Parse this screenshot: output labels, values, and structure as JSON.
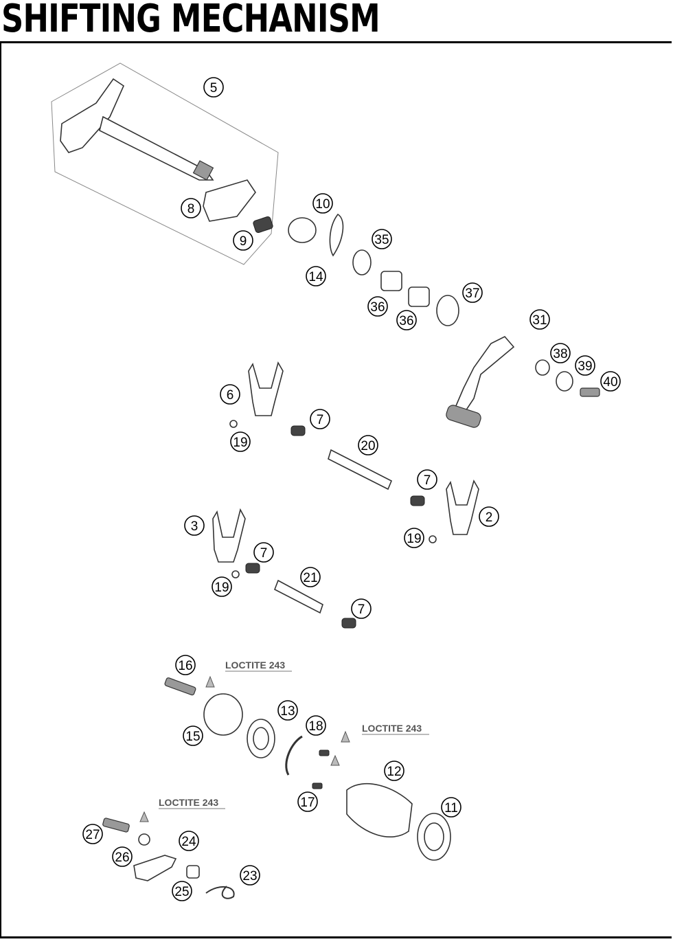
{
  "title": "SHIFTING MECHANISM",
  "loctite_label": "LOCTITE 243",
  "callouts": [
    "5",
    "8",
    "9",
    "10",
    "14",
    "35",
    "36",
    "36",
    "37",
    "31",
    "38",
    "39",
    "40",
    "6",
    "19",
    "7",
    "20",
    "7",
    "2",
    "19",
    "3",
    "7",
    "19",
    "21",
    "7",
    "16",
    "15",
    "13",
    "18",
    "17",
    "12",
    "11",
    "27",
    "26",
    "24",
    "25",
    "23"
  ],
  "loctite_notes": [
    "LOCTITE 243",
    "LOCTITE 243",
    "LOCTITE 243"
  ]
}
